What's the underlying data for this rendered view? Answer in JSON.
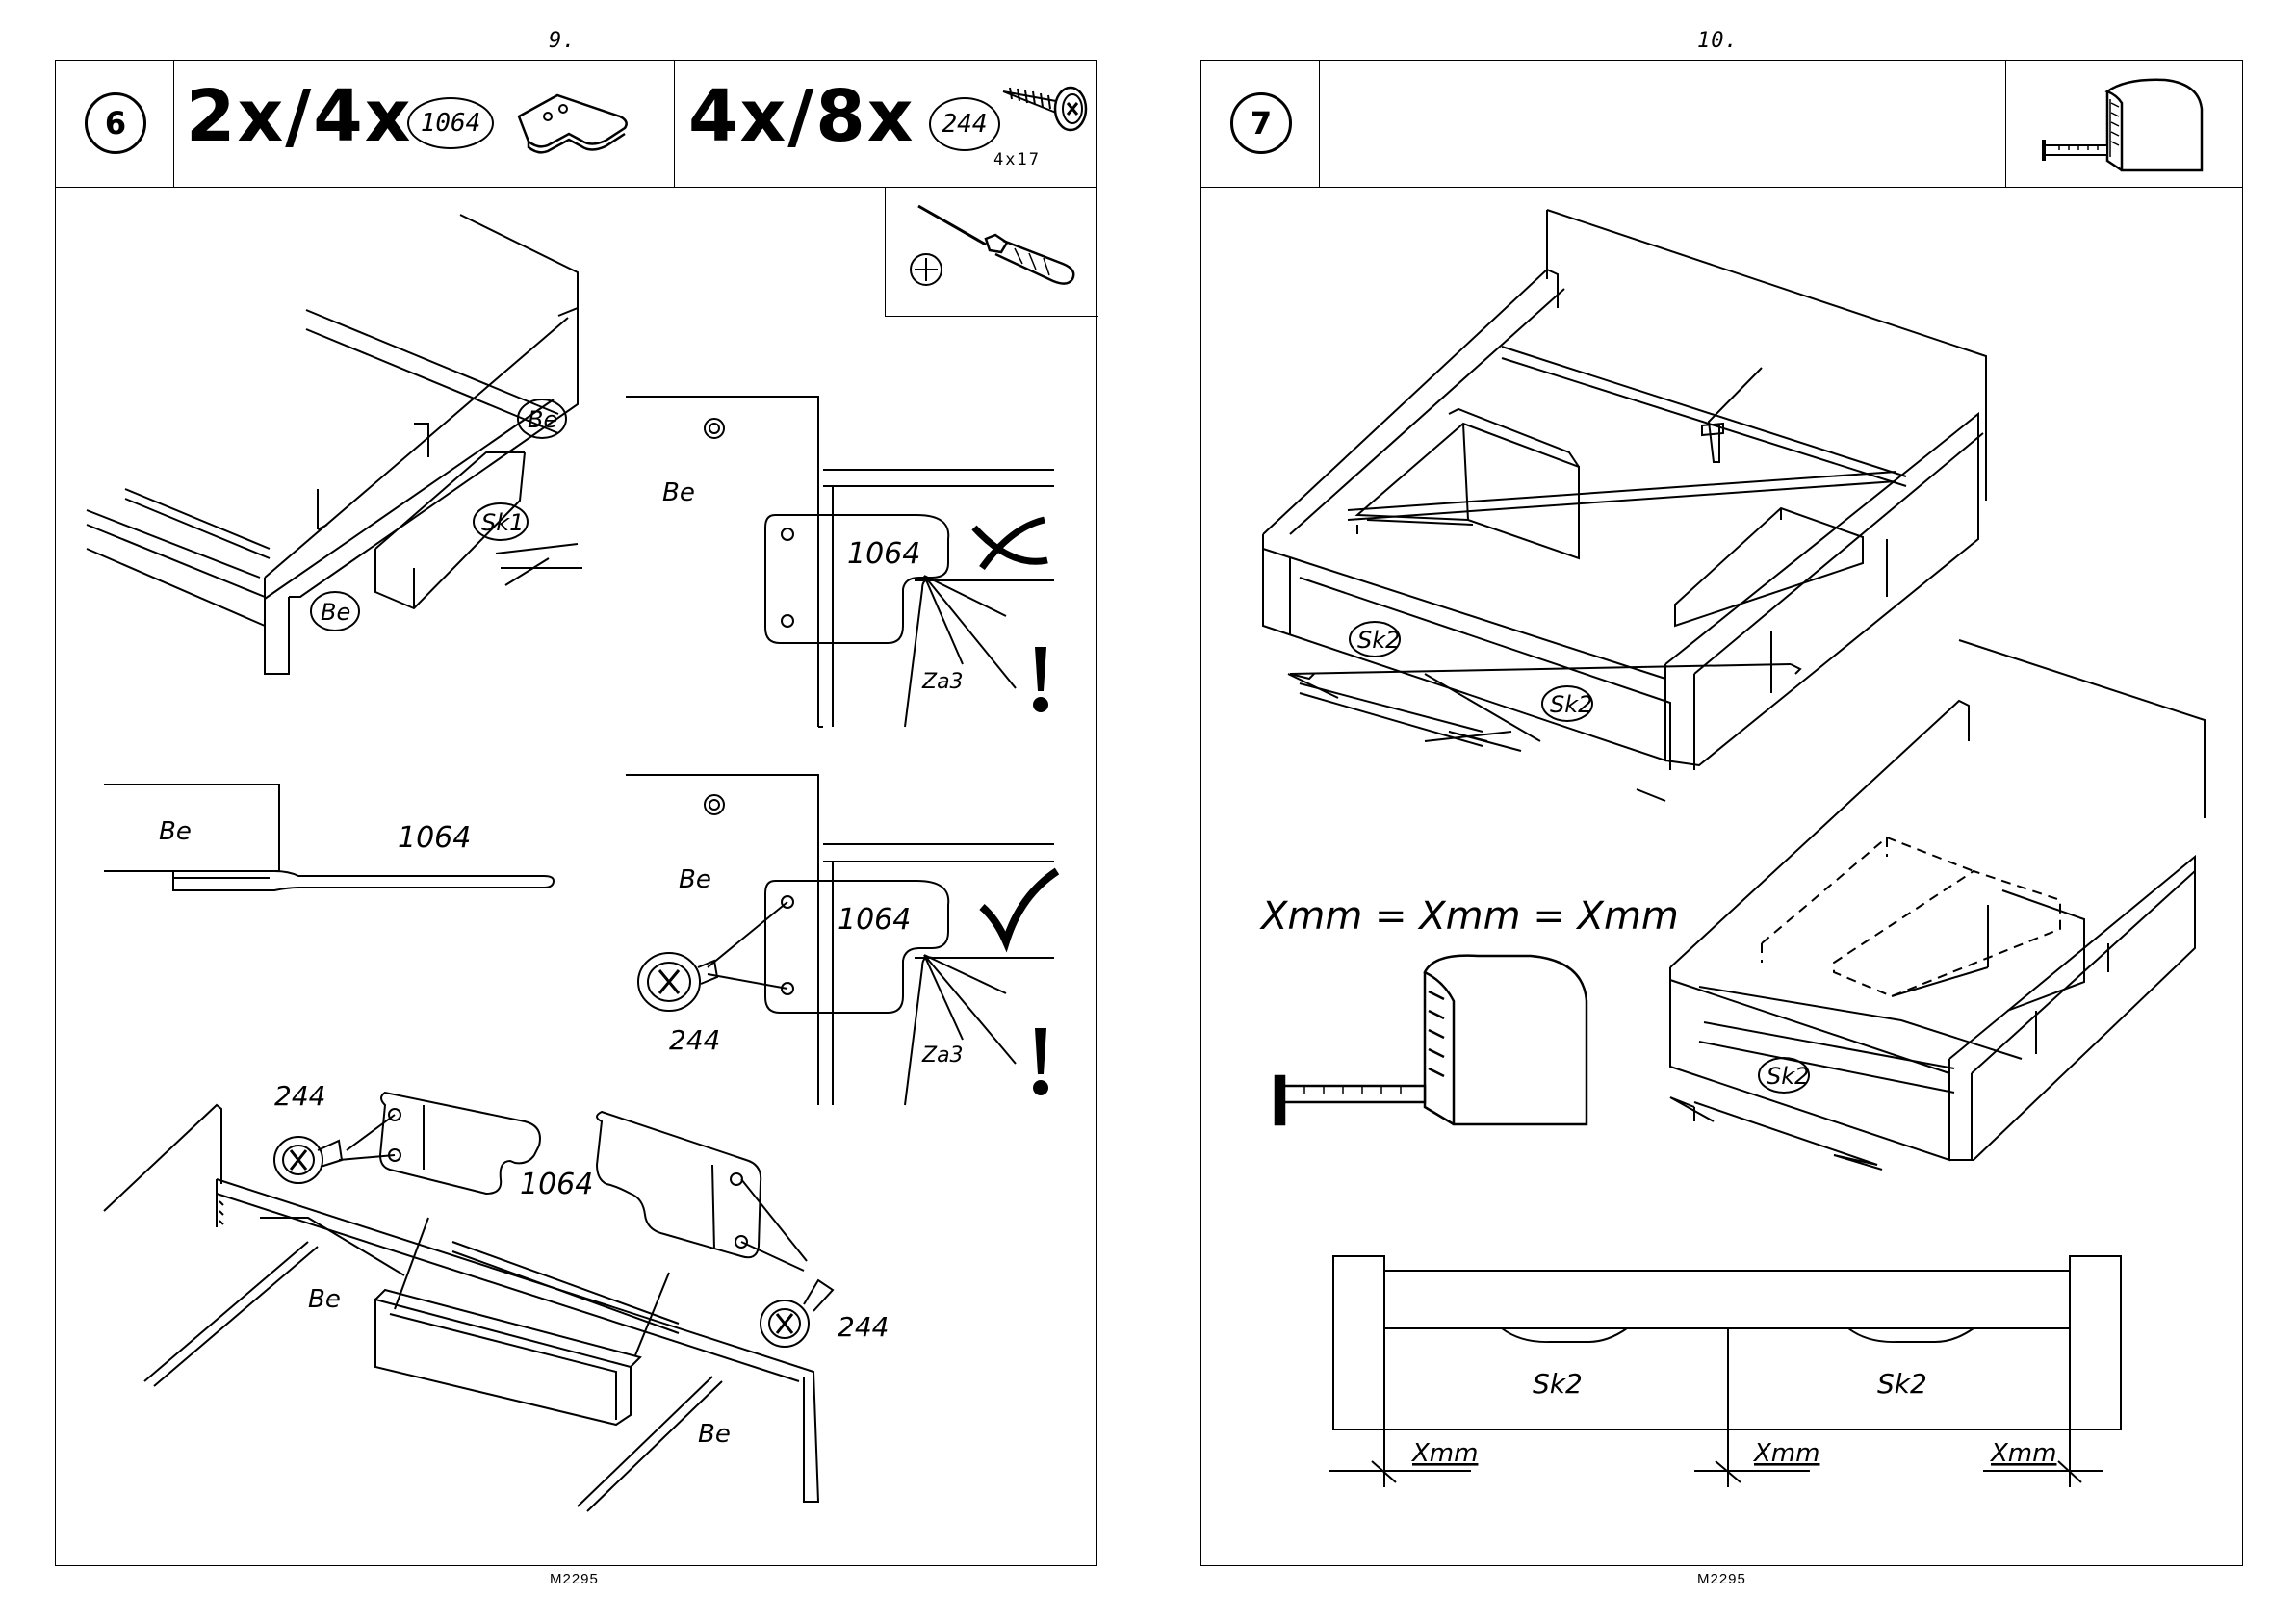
{
  "left_page": {
    "page_number": "9.",
    "footer": "M2295",
    "step": "6",
    "hardware": [
      {
        "quantity": "2x/4x",
        "part": "1064",
        "icon": "l-shaped-bracket-icon"
      },
      {
        "quantity": "4x/8x",
        "part": "244",
        "size": "4x17",
        "icon": "wood-screw-icon"
      }
    ],
    "tool_icon": "phillips-screwdriver-icon",
    "labels": {
      "be": "Be",
      "sk1": "Sk1",
      "za3": "Za3",
      "bracket": "1064",
      "screw": "244"
    },
    "symbols": {
      "wrong": "cross-icon",
      "right": "checkmark-icon",
      "warning": "!"
    }
  },
  "right_page": {
    "page_number": "10.",
    "footer": "M2295",
    "step": "7",
    "header_icon": "tape-measure-icon",
    "labels": {
      "drawer": "Sk2"
    },
    "equation": "Xmm  =  Xmm  =  Xmm",
    "gap_labels": [
      "Xmm",
      "Xmm",
      "Xmm"
    ]
  }
}
